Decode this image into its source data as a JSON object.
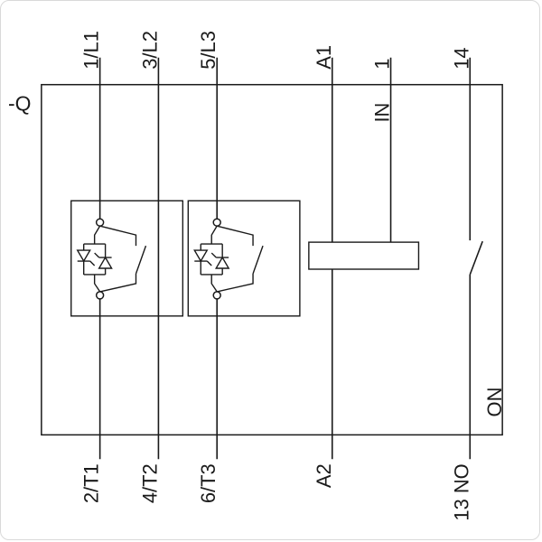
{
  "device": {
    "designation": "-Q",
    "type": "soft-starter-circuit-diagram"
  },
  "terminals": {
    "top": [
      {
        "label": "1/L1"
      },
      {
        "label": "3/L2"
      },
      {
        "label": "5/L3"
      },
      {
        "label": "A1"
      },
      {
        "label": "1"
      },
      {
        "label": "14"
      }
    ],
    "bottom": [
      {
        "label": "2/T1"
      },
      {
        "label": "4/T2"
      },
      {
        "label": "6/T3"
      },
      {
        "label": "A2"
      },
      {
        "label": "13 NO"
      }
    ]
  },
  "labels": {
    "control_input": "IN",
    "aux_contact_state": "ON"
  },
  "symbols": [
    "thyristor-antiparallel-pair",
    "bypass-contact",
    "coil",
    "normally-open-contact"
  ],
  "colors": {
    "line": "#1a1a1a",
    "background": "#ffffff",
    "border": "#d9d9d9"
  }
}
